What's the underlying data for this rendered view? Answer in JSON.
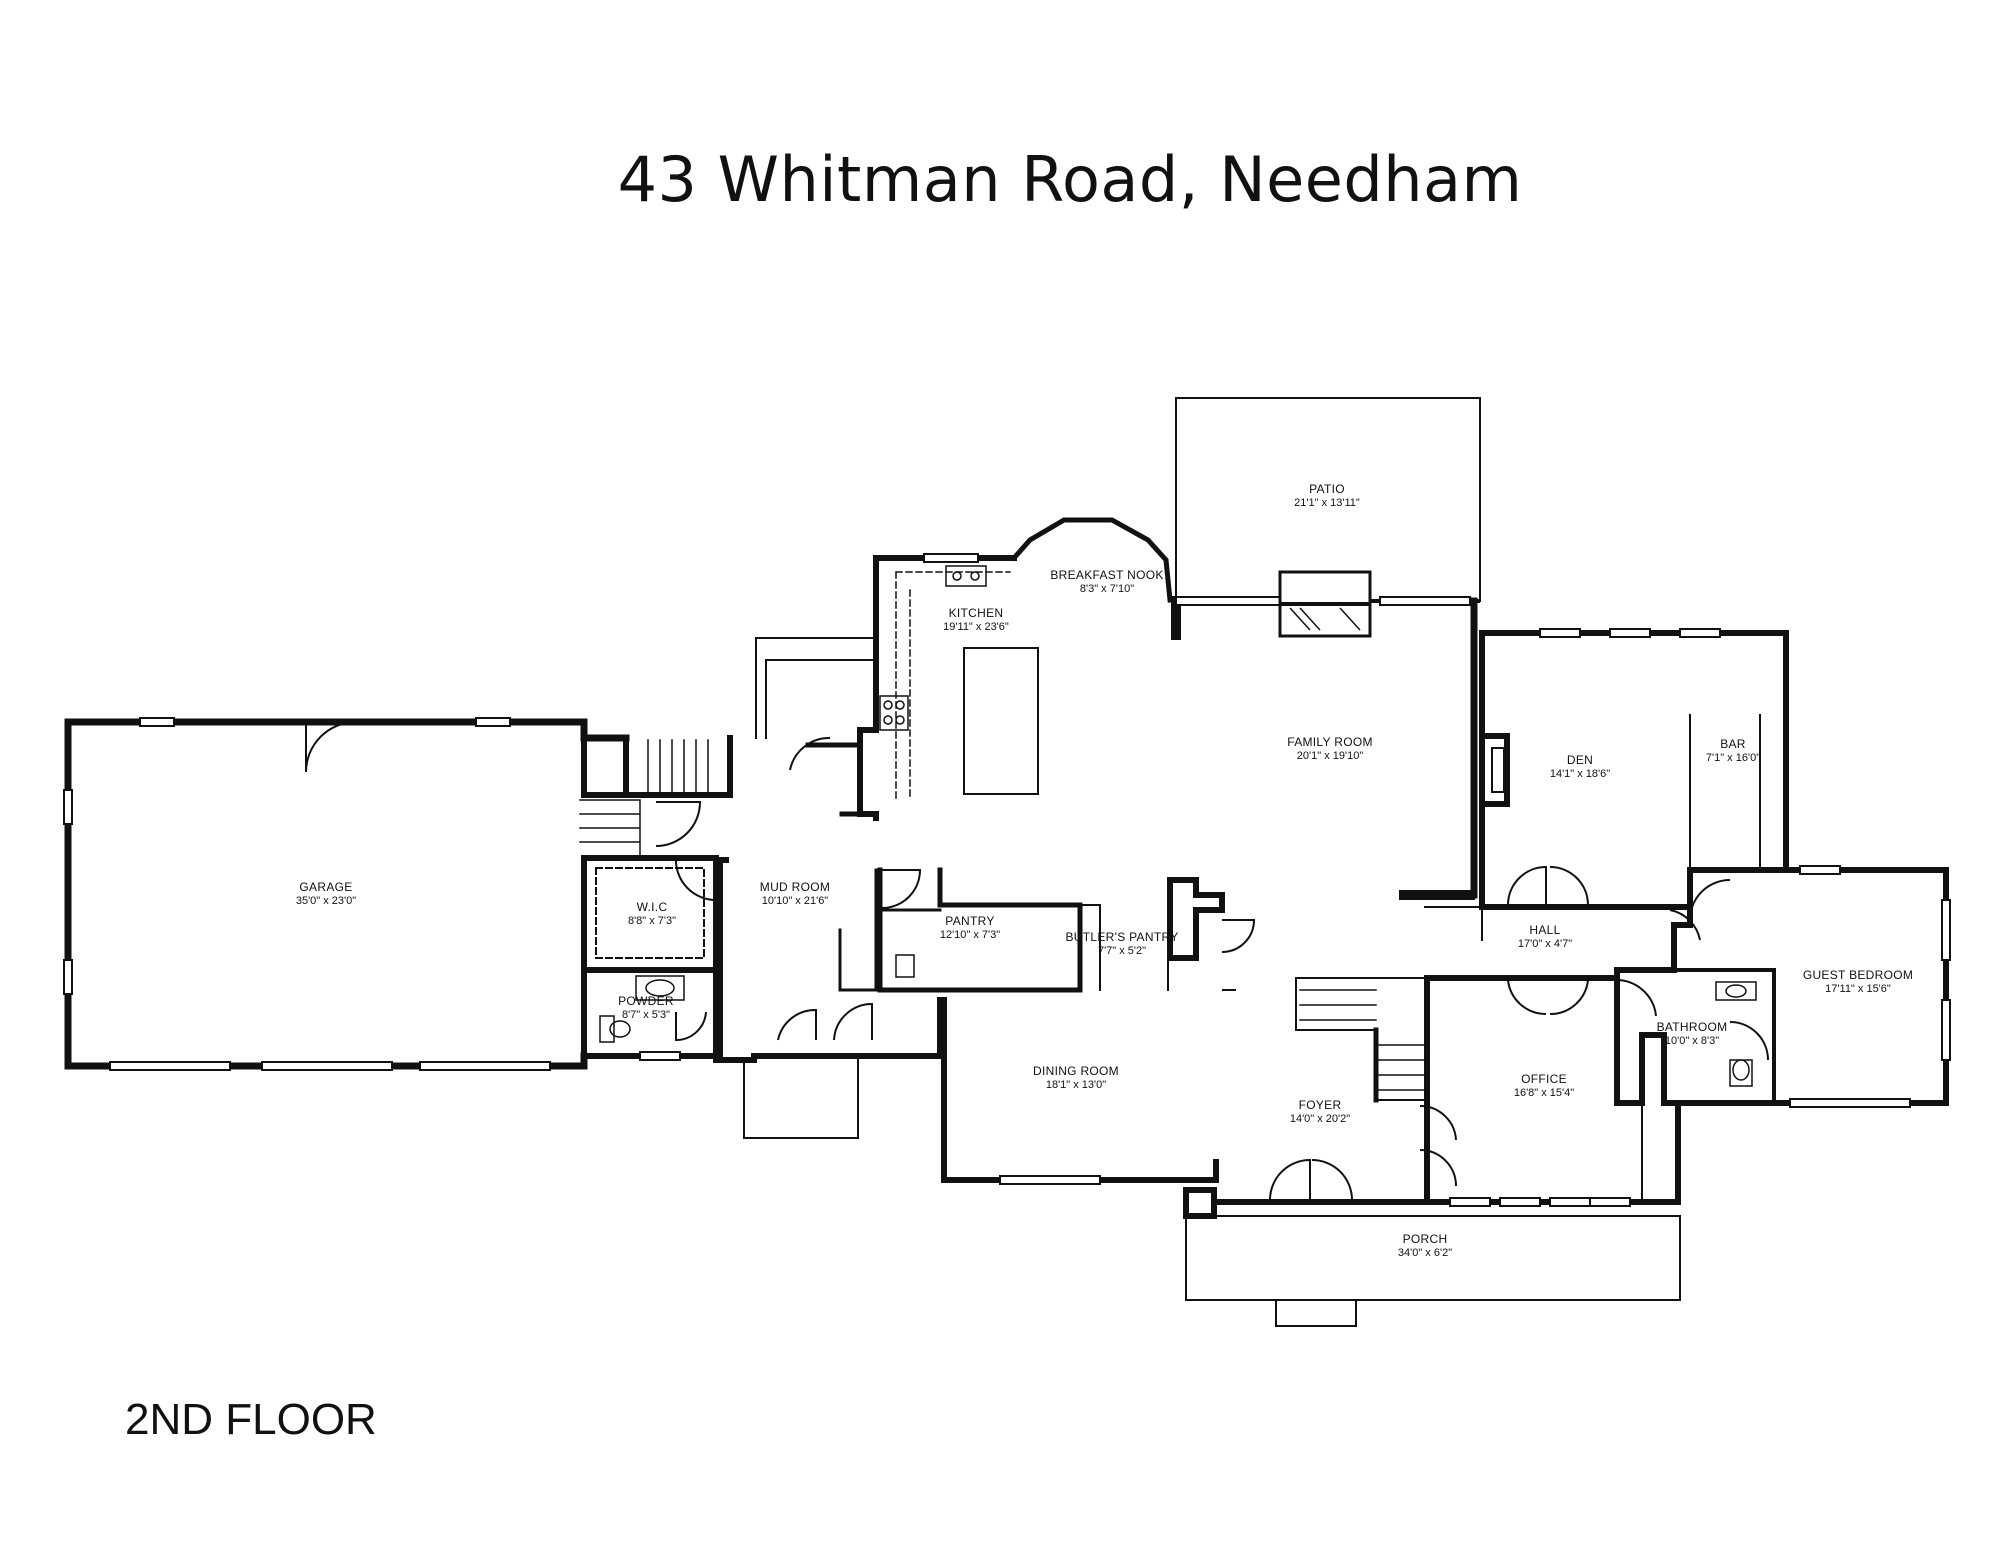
{
  "title": "43 Whitman Road, Needham",
  "floor_label": "2ND FLOOR",
  "rooms": [
    {
      "id": "patio",
      "name": "PATIO",
      "dims": "21'1\" x 13'11\""
    },
    {
      "id": "breakfast-nook",
      "name": "BREAKFAST NOOK",
      "dims": "8'3\" x 7'10\""
    },
    {
      "id": "kitchen",
      "name": "KITCHEN",
      "dims": "19'11\" x 23'6\""
    },
    {
      "id": "family-room",
      "name": "FAMILY ROOM",
      "dims": "20'1\" x 19'10\""
    },
    {
      "id": "den",
      "name": "DEN",
      "dims": "14'1\" x 18'6\""
    },
    {
      "id": "bar",
      "name": "BAR",
      "dims": "7'1\" x 16'0\""
    },
    {
      "id": "garage",
      "name": "GARAGE",
      "dims": "35'0\" x 23'0\""
    },
    {
      "id": "wic",
      "name": "W.I.C",
      "dims": "8'8\" x 7'3\""
    },
    {
      "id": "mud-room",
      "name": "MUD ROOM",
      "dims": "10'10\" x 21'6\""
    },
    {
      "id": "pantry",
      "name": "PANTRY",
      "dims": "12'10\" x 7'3\""
    },
    {
      "id": "butlers-pantry",
      "name": "BUTLER'S PANTRY",
      "dims": "7'7\" x 5'2\""
    },
    {
      "id": "hall",
      "name": "HALL",
      "dims": "17'0\" x 4'7\""
    },
    {
      "id": "guest-bedroom",
      "name": "GUEST BEDROOM",
      "dims": "17'11\" x 15'6\""
    },
    {
      "id": "powder",
      "name": "POWDER",
      "dims": "8'7\" x 5'3\""
    },
    {
      "id": "bathroom",
      "name": "BATHROOM",
      "dims": "10'0\" x 8'3\""
    },
    {
      "id": "dining-room",
      "name": "DINING ROOM",
      "dims": "18'1\" x 13'0\""
    },
    {
      "id": "office",
      "name": "OFFICE",
      "dims": "16'8\" x 15'4\""
    },
    {
      "id": "foyer",
      "name": "FOYER",
      "dims": "14'0\" x 20'2\""
    },
    {
      "id": "porch",
      "name": "PORCH",
      "dims": "34'0\" x 6'2\""
    }
  ]
}
